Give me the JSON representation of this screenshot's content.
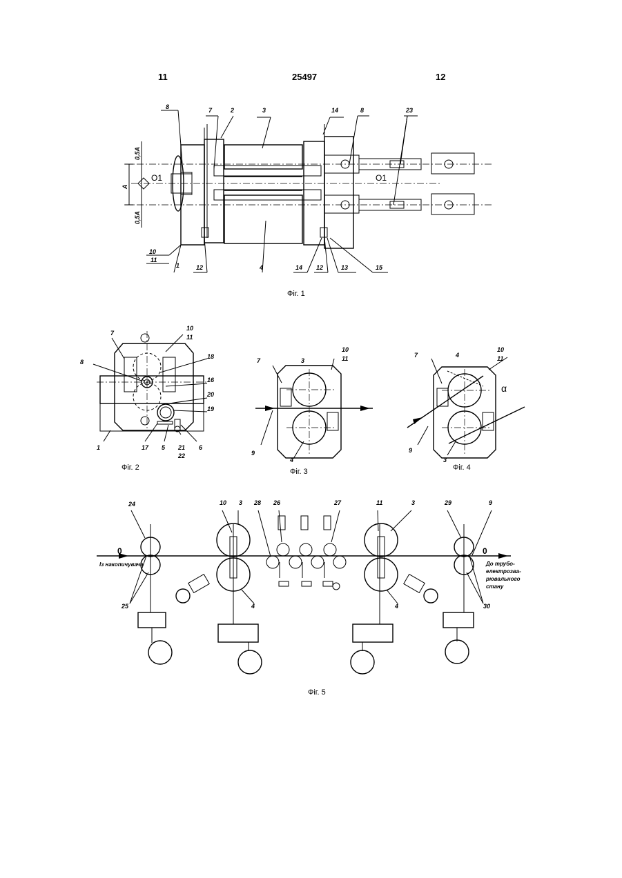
{
  "header": {
    "left": "11",
    "center": "25497",
    "right": "12"
  },
  "figures": {
    "fig1": {
      "caption": "Фіг. 1",
      "labels": [
        "8",
        "7",
        "2",
        "3",
        "14",
        "8",
        "23",
        "0,5A",
        "A",
        "0,5A",
        "O1",
        "O1",
        "10",
        "11",
        "1",
        "12",
        "4",
        "14",
        "12",
        "13",
        "15"
      ]
    },
    "fig2": {
      "caption": "Фіг. 2",
      "labels": [
        "7",
        "10",
        "11",
        "8",
        "18",
        "16",
        "20",
        "19",
        "1",
        "17",
        "5",
        "21",
        "22",
        "6"
      ]
    },
    "fig3": {
      "caption": "Фіг. 3",
      "labels": [
        "7",
        "3",
        "10",
        "11",
        "9",
        "4"
      ]
    },
    "fig4": {
      "caption": "Фіг. 4",
      "labels": [
        "7",
        "4",
        "10",
        "11",
        "α",
        "9",
        "3"
      ]
    },
    "fig5": {
      "caption": "Фіг. 5",
      "labels": [
        "24",
        "10",
        "3",
        "28",
        "26",
        "27",
        "11",
        "3",
        "29",
        "9",
        "0",
        "0",
        "25",
        "4",
        "4",
        "30"
      ],
      "left_note": "Із накопичувача",
      "right_note": [
        "До трубо-",
        "електрозва-",
        "рювального",
        "стану"
      ]
    }
  }
}
